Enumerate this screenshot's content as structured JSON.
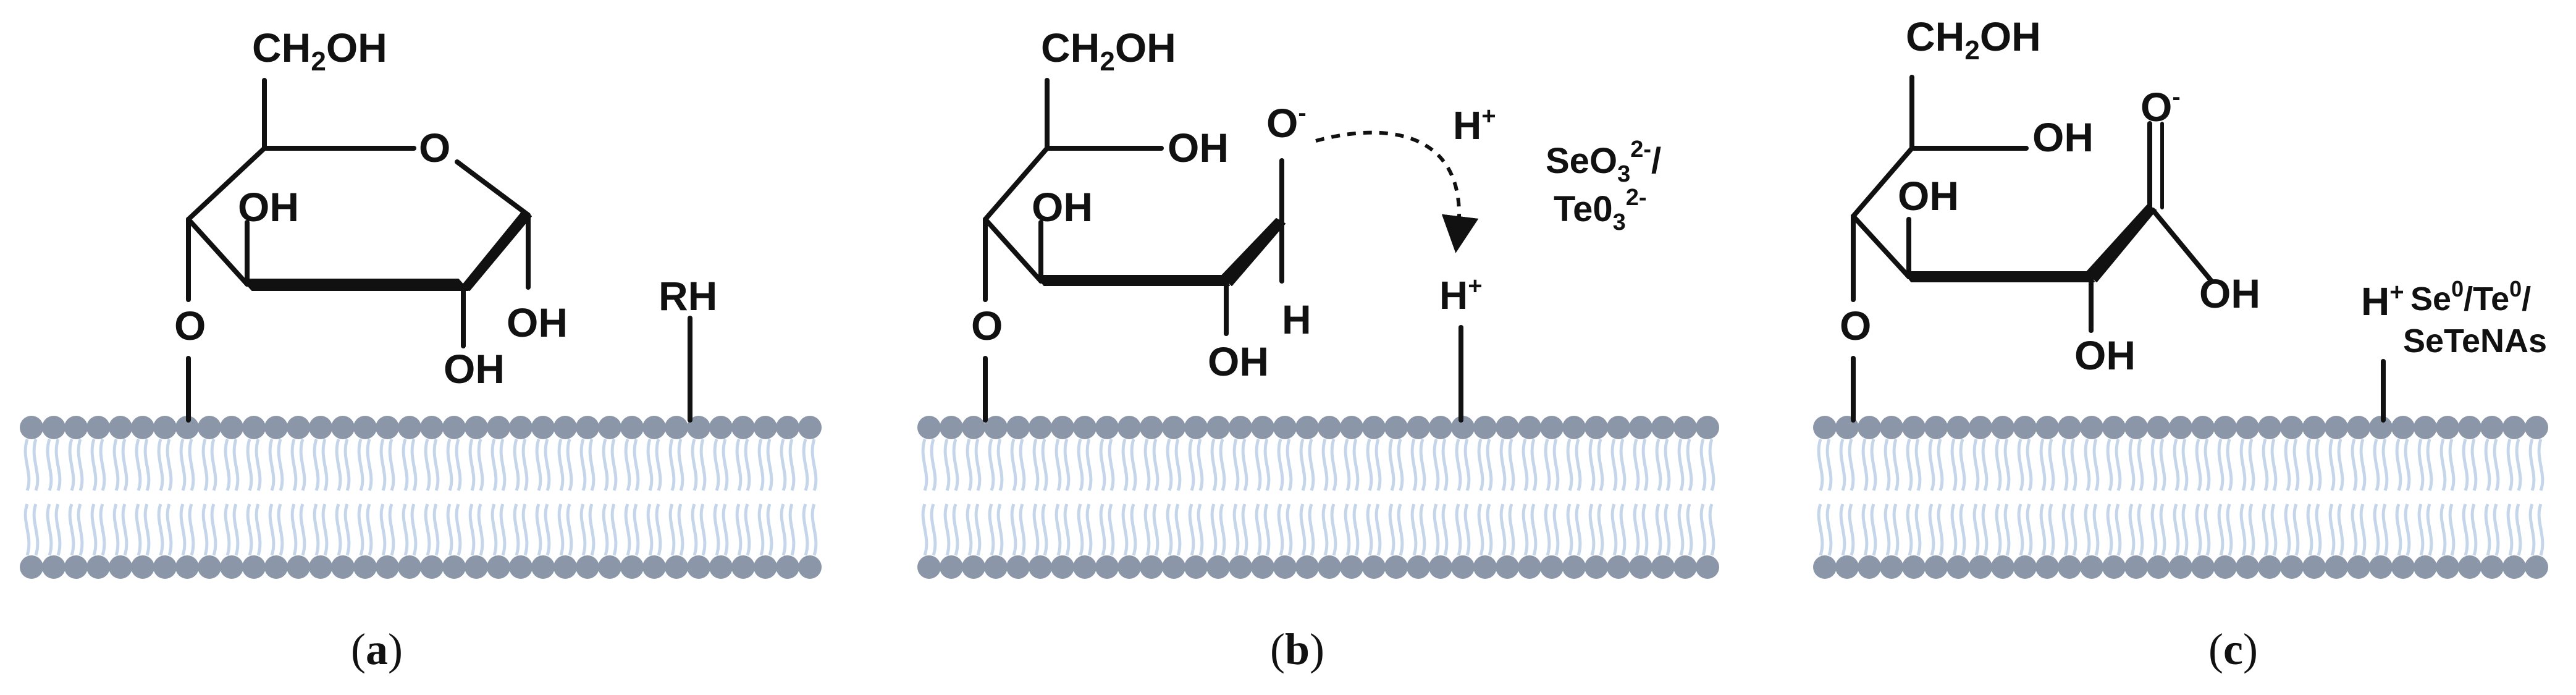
{
  "palette": {
    "membrane_head": "#8B97A8",
    "membrane_tail": "#C5D6EA",
    "ink": "#111111"
  },
  "panels": [
    {
      "caption": {
        "open": "(",
        "letter": "a",
        "close": ")"
      },
      "labels": {
        "ch2oh": [
          "CH",
          "2",
          "OH"
        ],
        "ring_o": "O",
        "oh_inner": "OH",
        "oh_right": "OH",
        "oh_bottom": "OH",
        "linker_o": "O",
        "rh": "RH"
      }
    },
    {
      "caption": {
        "open": "(",
        "letter": "b",
        "close": ")"
      },
      "labels": {
        "ch2oh": [
          "CH",
          "2",
          "OH"
        ],
        "oh_c4": "OH",
        "oh_inner": "OH",
        "oh_bottom": "OH",
        "h_c1": "H",
        "o_minus": [
          "O",
          "-"
        ],
        "linker_o": "O",
        "h_plus_top": [
          "H",
          "+"
        ],
        "h_plus_stem": [
          "H",
          "+"
        ],
        "seo3": [
          "SeO",
          "3",
          "2-",
          "/"
        ],
        "teo3": [
          "Te0",
          "3",
          "2-"
        ]
      }
    },
    {
      "caption": {
        "open": "(",
        "letter": "c",
        "close": ")"
      },
      "labels": {
        "ch2oh": [
          "CH",
          "2",
          "OH"
        ],
        "oh_c4": "OH",
        "oh_inner": "OH",
        "oh_bottom": "OH",
        "o_minus": [
          "O",
          "-"
        ],
        "oh_acid": "OH",
        "linker_o": "O",
        "h_plus": [
          "H",
          "+"
        ],
        "product_1": [
          "Se",
          "0",
          "/Te",
          "0",
          "/"
        ],
        "product_2": "SeTeNAs"
      }
    }
  ]
}
